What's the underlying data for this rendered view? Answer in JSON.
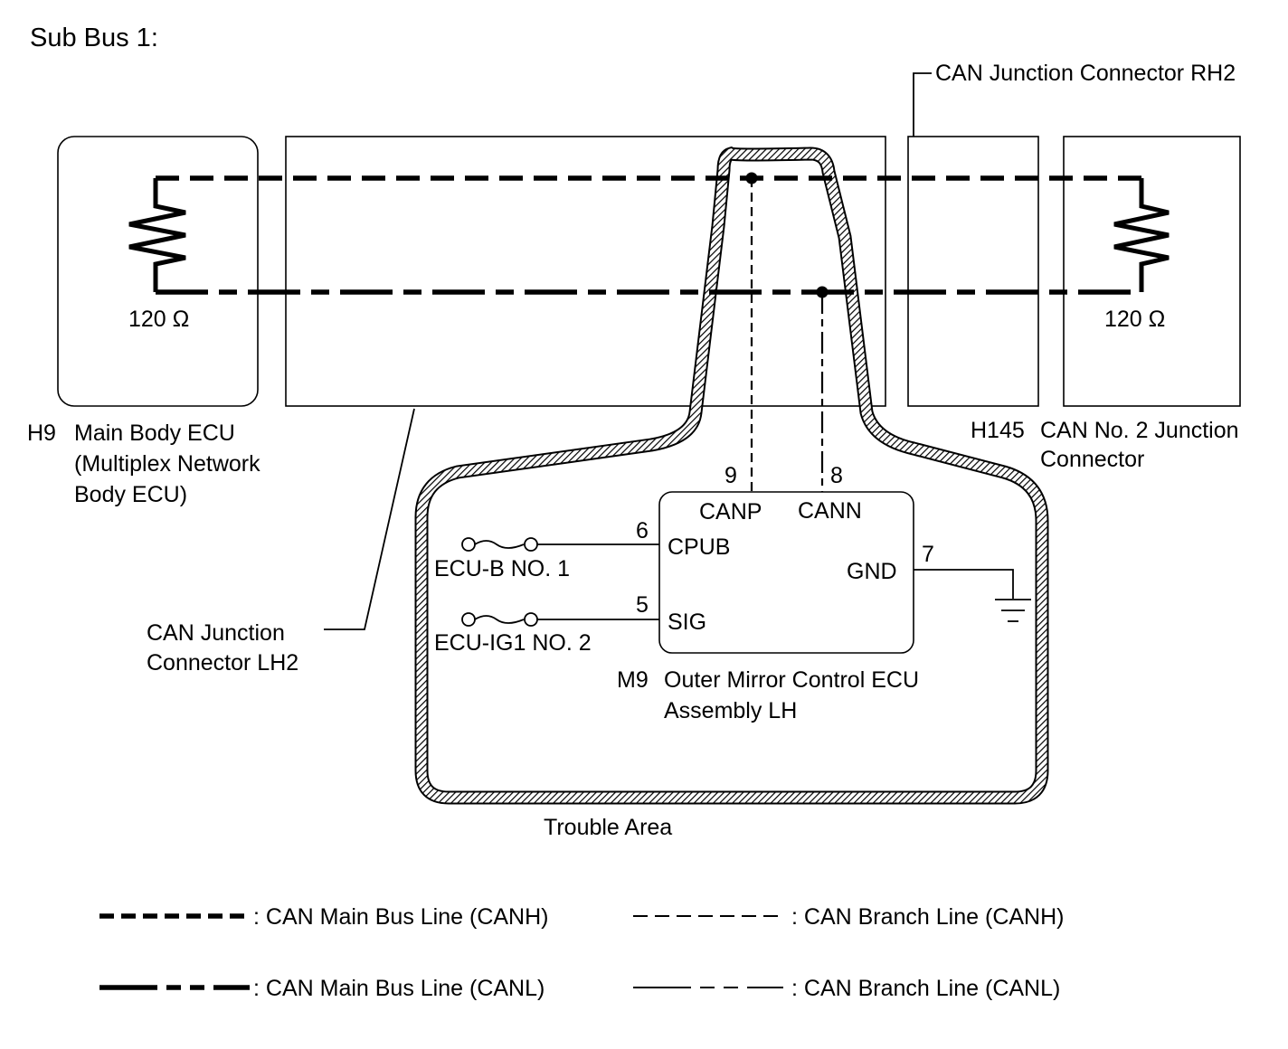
{
  "title": "Sub Bus 1:",
  "labels": {
    "rh2": "CAN Junction Connector RH2",
    "res_left": "120 Ω",
    "res_right": "120 Ω",
    "h9_code": "H9",
    "h9_name": [
      "Main Body ECU",
      "(Multiplex Network",
      "Body ECU)"
    ],
    "h145_code": "H145",
    "h145_name": [
      "CAN No. 2 Junction",
      "Connector"
    ],
    "lh2": [
      "CAN Junction",
      "Connector LH2"
    ],
    "pin_canp": "9",
    "pin_cann": "8",
    "pin_cpub": "6",
    "pin_sig": "5",
    "pin_gnd": "7",
    "canp": "CANP",
    "cann": "CANN",
    "cpub": "CPUB",
    "sig": "SIG",
    "gnd": "GND",
    "ecu_b": "ECU-B NO. 1",
    "ecu_ig1": "ECU-IG1 NO. 2",
    "m9_code": "M9",
    "m9_name": [
      "Outer Mirror Control ECU",
      "Assembly LH"
    ],
    "trouble_area": "Trouble Area"
  },
  "legend": [
    {
      "style": "main-canh",
      "label": ": CAN Main Bus Line (CANH)"
    },
    {
      "style": "branch-canh",
      "label": ": CAN Branch Line (CANH)"
    },
    {
      "style": "main-canl",
      "label": ": CAN Main Bus Line (CANL)"
    },
    {
      "style": "branch-canl",
      "label": ": CAN Branch Line (CANL)"
    }
  ]
}
